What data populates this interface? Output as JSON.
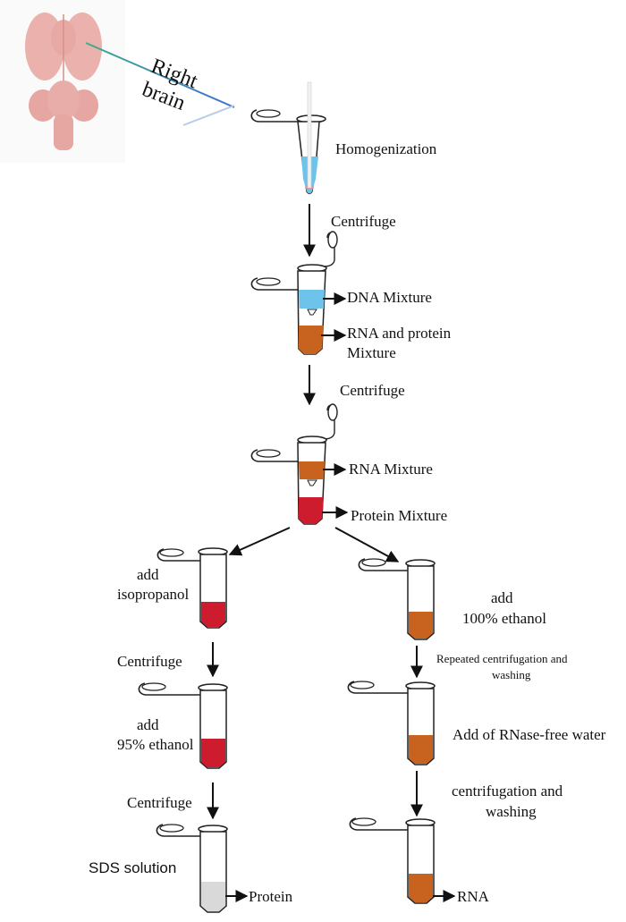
{
  "brain": {
    "label_line1": "Right",
    "label_line2": "brain"
  },
  "steps": {
    "homogenization": "Homogenization",
    "centrifuge_1": "Centrifuge",
    "dna_mixture": "DNA Mixture",
    "rna_protein_line1": "RNA and protein",
    "rna_protein_line2": "Mixture",
    "centrifuge_2": "Centrifuge",
    "rna_mixture": "RNA Mixture",
    "protein_mixture": "Protein Mixture"
  },
  "left_branch": {
    "add_iso_line1": "add",
    "add_iso_line2": "isopropanol",
    "centrifuge_3": "Centrifuge",
    "add_eth_line1": "add",
    "add_eth_line2": "95% ethanol",
    "centrifuge_4": "Centrifuge",
    "sds": "SDS solution",
    "protein": "Protein"
  },
  "right_branch": {
    "add_eth_line1": "add",
    "add_eth_line2": "100% ethanol",
    "repeated_line1": "Repeated centrifugation and",
    "repeated_line2": "washing",
    "rnase_water": "Add of RNase-free water",
    "cent_wash_line1": "centrifugation and",
    "cent_wash_line2": "washing",
    "rna": "RNA"
  },
  "colors": {
    "brain": "#eab1ad",
    "dna_blue": "#6ec3ea",
    "orange": "#c8621f",
    "red": "#cc1c2e",
    "grey": "#d9d9d9",
    "line": "#222222"
  }
}
